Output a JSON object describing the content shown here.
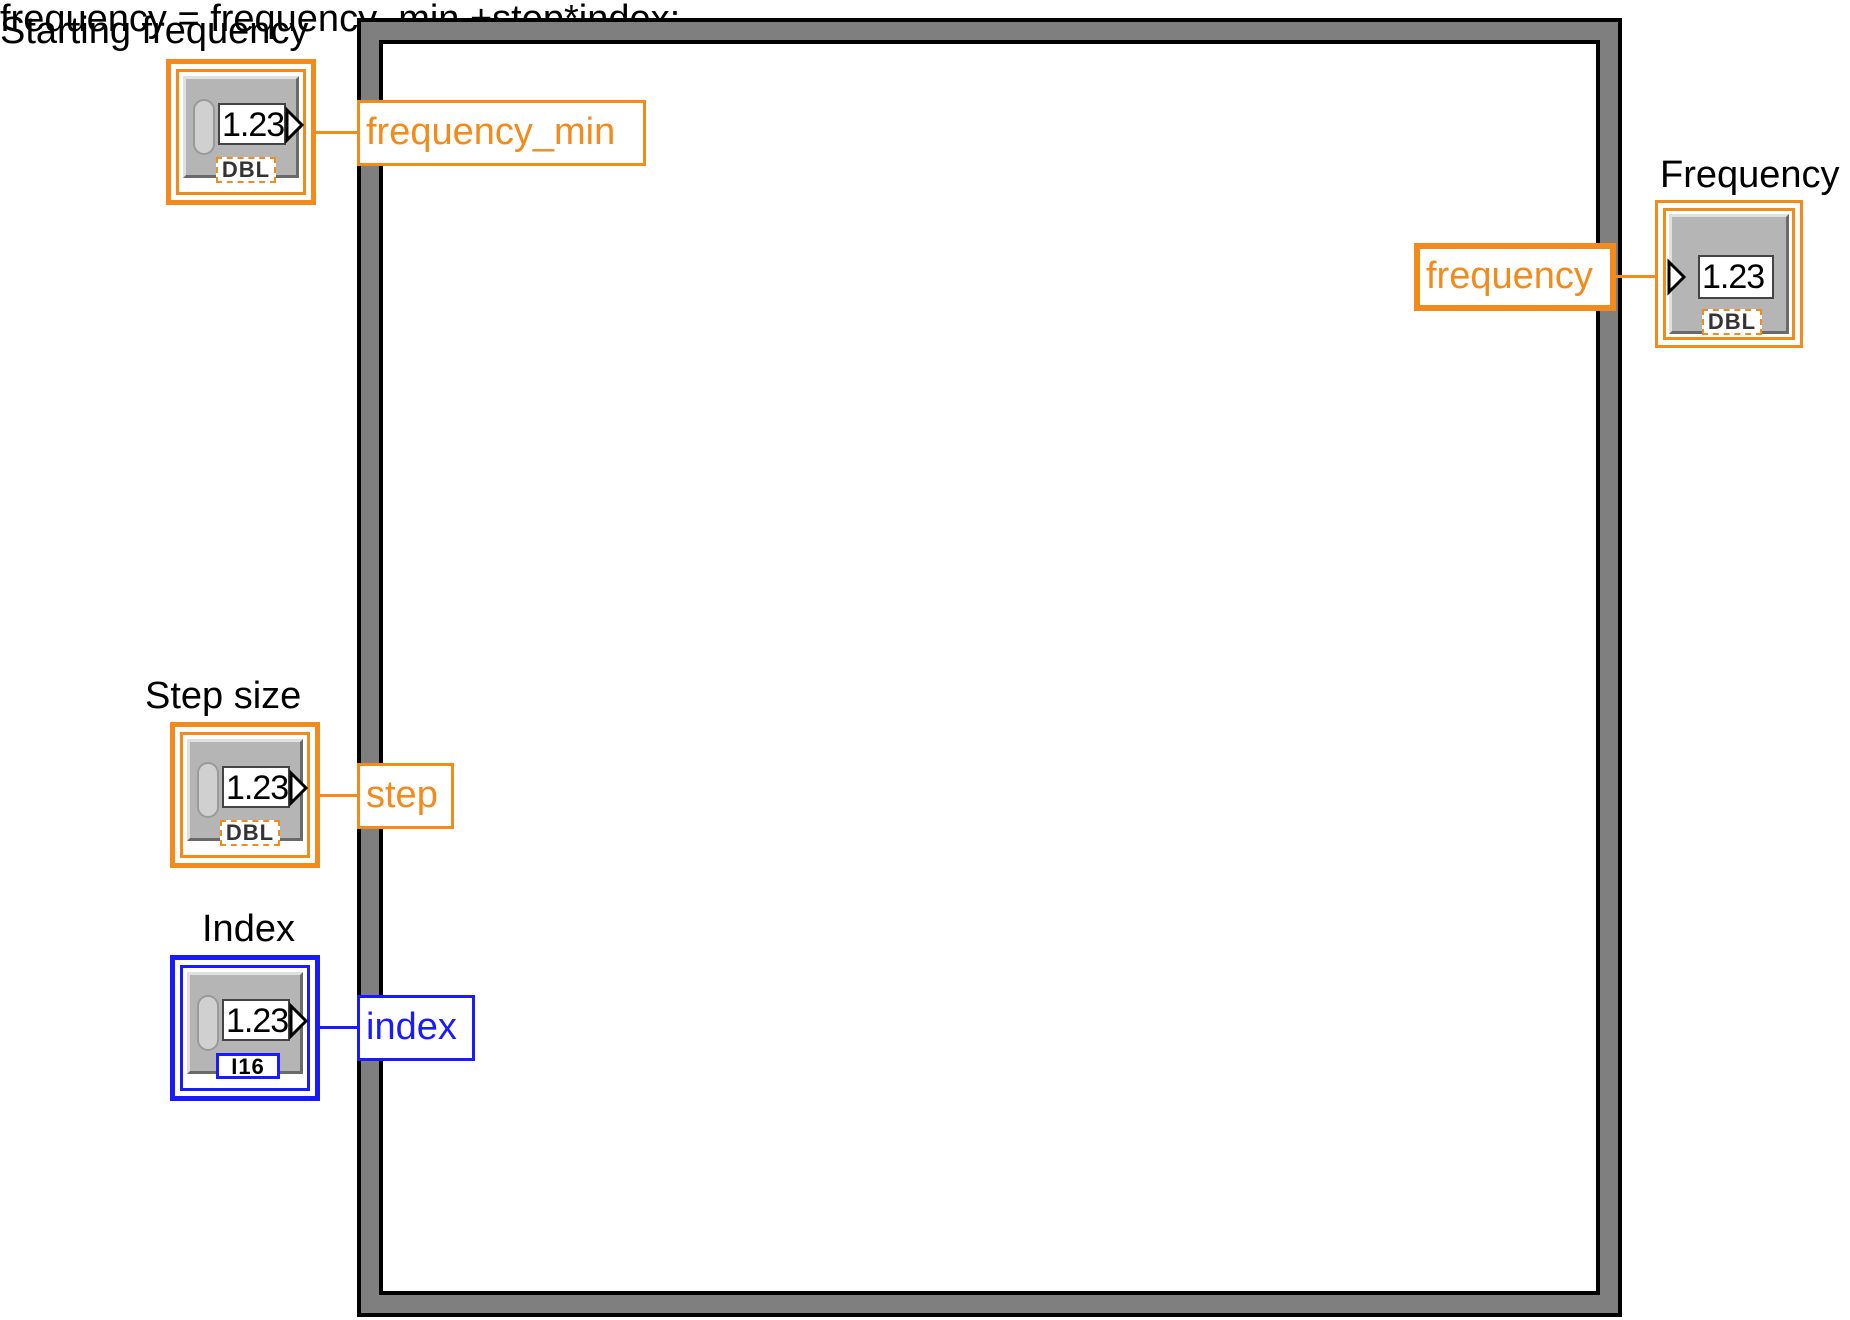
{
  "formula_node": {
    "expression": "frequency = frequency_min +step*index;"
  },
  "controls": [
    {
      "label": "Starting frequency",
      "variable": "frequency_min",
      "display": "1.23",
      "datatype": "DBL",
      "color": "#f38a1c"
    },
    {
      "label": "Step size",
      "variable": "step",
      "display": "1.23",
      "datatype": "DBL",
      "color": "#f38a1c"
    },
    {
      "label": "Index",
      "variable": "index",
      "display": "1.23",
      "datatype": "I16",
      "color": "#1a1aff"
    }
  ],
  "indicators": [
    {
      "label": "Frequency",
      "variable": "frequency",
      "display": "1.23",
      "datatype": "DBL",
      "color": "#f38a1c"
    }
  ],
  "icons": {
    "spinner": "increment-decrement-icon",
    "output_arrow": "output-arrow-icon",
    "input_arrow": "input-arrow-icon"
  }
}
